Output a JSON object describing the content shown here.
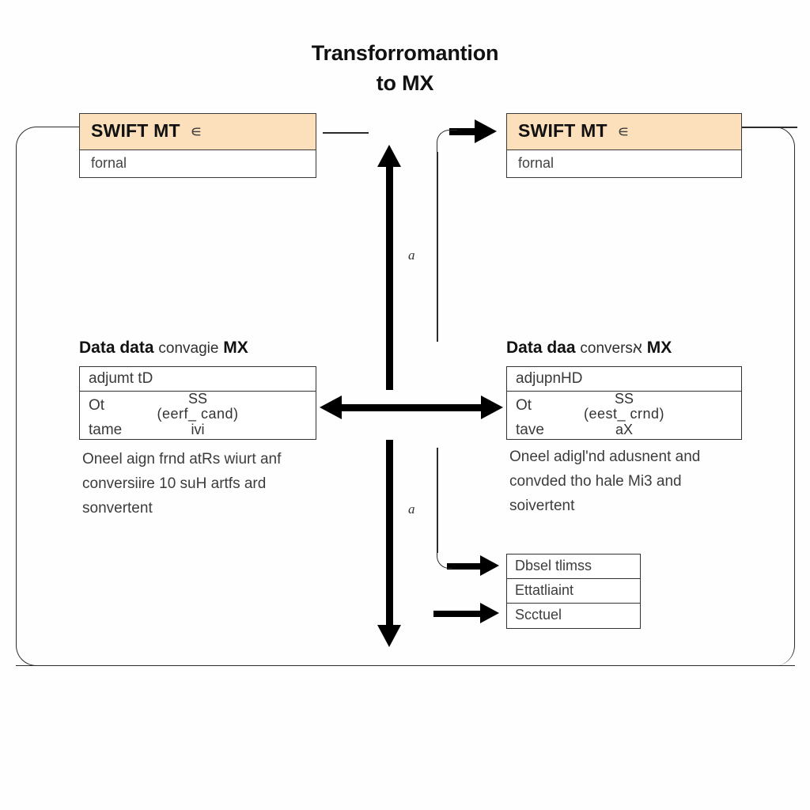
{
  "title": "Transforromantion to MX",
  "title_lines": [
    "Transforromantion",
    "to MX"
  ],
  "left_column": {
    "top_card": {
      "header": "SWIFT MT",
      "header_symbol": "∊",
      "subtitle": "fornal"
    },
    "mid_heading": {
      "bold_1": "Data data",
      "normal": "convagie",
      "bold_2": "MX"
    },
    "table": {
      "row1": "adjumt tD",
      "row2_left_lines": [
        "Ot",
        "tame"
      ],
      "row2_center_lines": [
        "SS",
        "(eerf_ cand)",
        "ivi"
      ]
    },
    "caption_lines": [
      "Oneel aign frnd atRs wiurt anf",
      "conversiire 10 suH artfs ard",
      "sonvertent"
    ]
  },
  "right_column": {
    "top_card": {
      "header": "SWIFT MT",
      "header_symbol": "∊",
      "subtitle": "fornal"
    },
    "mid_heading": {
      "bold_1": "Data daa",
      "normal": "conversא",
      "bold_2": "MX"
    },
    "table": {
      "row1": "adjupnHD",
      "row2_left_lines": [
        "Ot",
        "tave"
      ],
      "row2_center_lines": [
        "SS",
        "(eest_ crnd)",
        "aX"
      ]
    },
    "caption_lines": [
      "Oneel adigl'nd adusnent and",
      "convded tho hale Mi3 and",
      "soivertent"
    ]
  },
  "bottom_stack": {
    "rows": [
      "Dbsel tlimss",
      "Ettatliaint",
      "Scctuel"
    ]
  },
  "arrow_labels": {
    "upper": "a",
    "lower": "a"
  },
  "colors": {
    "card_header_fill": "#fbe0bb",
    "stroke": "#333333",
    "arrow_fill": "#000000",
    "background": "#fefefe"
  }
}
